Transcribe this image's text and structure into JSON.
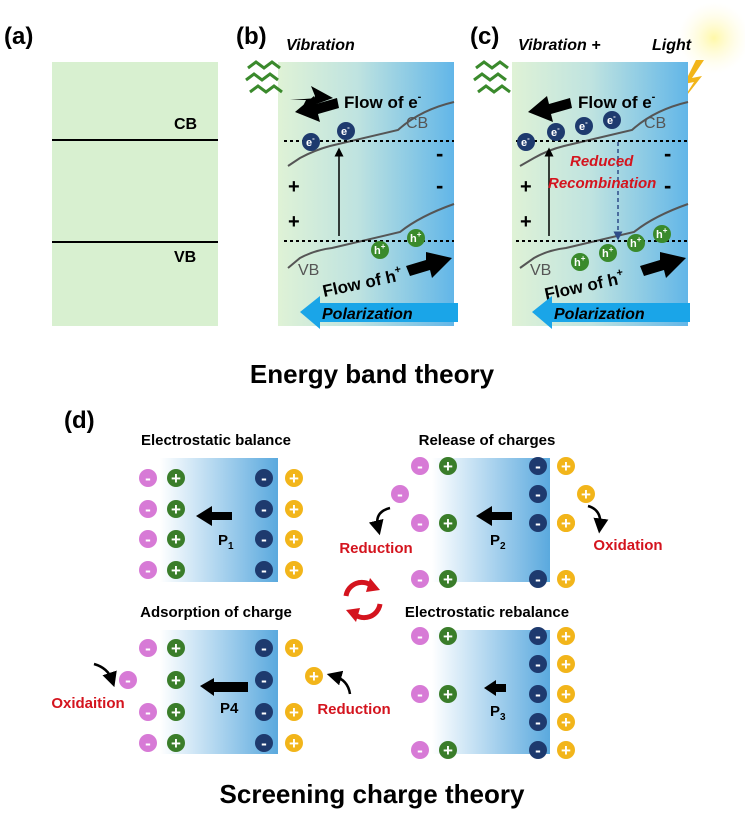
{
  "panel_labels": {
    "a": "(a)",
    "b": "(b)",
    "c": "(c)",
    "d": "(d)"
  },
  "panel_a": {
    "cb": "CB",
    "vb": "VB"
  },
  "panel_b": {
    "vibration": "Vibration",
    "flow_e": "Flow of e",
    "flow_h": "Flow of h",
    "cb": "CB",
    "vb": "VB",
    "electron": "e",
    "hole": "h",
    "polarization": "Polarization"
  },
  "panel_c": {
    "vibration": "Vibration +",
    "light": "Light",
    "flow_e": "Flow of e",
    "flow_h": "Flow of h",
    "cb": "CB",
    "vb": "VB",
    "reduced_1": "Reduced",
    "reduced_2": "Recombination",
    "polarization": "Polarization"
  },
  "energy_band_title": "Energy band theory",
  "panel_d": {
    "p1_title": "Electrostatic balance",
    "p1_label": "P",
    "p1_sub": "1",
    "p2_title": "Release of charges",
    "p2_label": "P",
    "p2_sub": "2",
    "p2_reduction": "Reduction",
    "p2_oxidation": "Oxidation",
    "p3_title": "Electrostatic rebalance",
    "p3_label": "P",
    "p3_sub": "3",
    "p4_title": "Adsorption of charge",
    "p4_label": "P4",
    "p4_oxidation": "Oxidaition",
    "p4_reduction": "Reduction"
  },
  "screening_title": "Screening charge theory",
  "colors": {
    "green_bg": "#d8f0d0",
    "blue": "#5ab4e8",
    "red_text": "#d4141e",
    "pink": "#d77ad6",
    "green_ion": "#3a7d2a",
    "navy_ion": "#1e3a6e",
    "yellow_ion": "#f2b51a",
    "arrow_blue": "#1aa5e8"
  }
}
